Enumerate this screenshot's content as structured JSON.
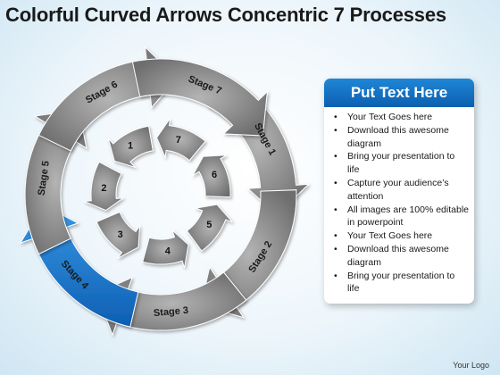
{
  "title": "Colorful Curved Arrows Concentric 7 Processes",
  "outer_stages": [
    "Stage 1",
    "Stage 2",
    "Stage 3",
    "Stage 4",
    "Stage 5",
    "Stage 6",
    "Stage 7"
  ],
  "inner_steps": [
    "1",
    "2",
    "3",
    "4",
    "5",
    "6",
    "7"
  ],
  "highlighted_stage": "Stage 4",
  "colors": {
    "gray": "#8c8c8c",
    "highlight": "#1f7fd4",
    "header": "#1273c9"
  },
  "card": {
    "header": "Put Text Here",
    "items": [
      "Your Text Goes here",
      "Download this awesome diagram",
      "Bring your presentation to life",
      "Capture your audience’s attention",
      "All images are 100% editable in powerpoint",
      "Your Text Goes here",
      "Download this awesome diagram",
      "Bring your presentation to life"
    ]
  },
  "logo": "Your Logo"
}
